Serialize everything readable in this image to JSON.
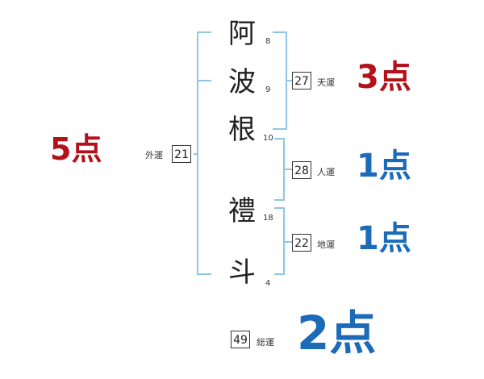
{
  "name": {
    "characters": [
      {
        "char": "阿",
        "strokes": "8"
      },
      {
        "char": "波",
        "strokes": "9"
      },
      {
        "char": "根",
        "strokes": "10"
      },
      {
        "char": "禮",
        "strokes": "18"
      },
      {
        "char": "斗",
        "strokes": "4"
      }
    ]
  },
  "fortunes": {
    "tenkaku": {
      "label": "天運",
      "value": "27",
      "score": "3点",
      "color": "#b3121a"
    },
    "jinkaku": {
      "label": "人運",
      "value": "28",
      "score": "1点",
      "color": "#1c6bb9"
    },
    "chikaku": {
      "label": "地運",
      "value": "22",
      "score": "1点",
      "color": "#1c6bb9"
    },
    "gaikaku": {
      "label": "外運",
      "value": "21",
      "score": "5点",
      "color": "#b3121a"
    },
    "soukaku": {
      "label": "総運",
      "value": "49",
      "score": "2点",
      "color": "#1c6bb9"
    }
  },
  "colors": {
    "bracket": "#8ec6e4",
    "text": "#222222"
  }
}
